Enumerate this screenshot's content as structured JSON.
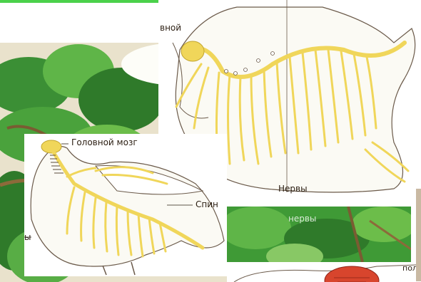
{
  "colors": {
    "leaf_dark": "#2f7a2a",
    "leaf_light": "#6cbd4a",
    "nerve_yellow": "#f0d65a",
    "outline": "#6b5a4a",
    "paper": "#ffffff",
    "cream": "#f7f1e4",
    "green_strip": "#4bd14b",
    "red_muscle": "#d8452d"
  },
  "panels": {
    "cat": {
      "labels": {
        "brain_partial": "вной",
        "nerves": "Нервы"
      }
    },
    "pigeon": {
      "labels": {
        "brain": "Головной мозг",
        "spinal_partial": "Спин",
        "nerves_partial": "ы"
      }
    },
    "lower_right_top": {
      "label_partial": "нервы"
    },
    "bottom_right": {
      "label_partial": "поло"
    }
  }
}
